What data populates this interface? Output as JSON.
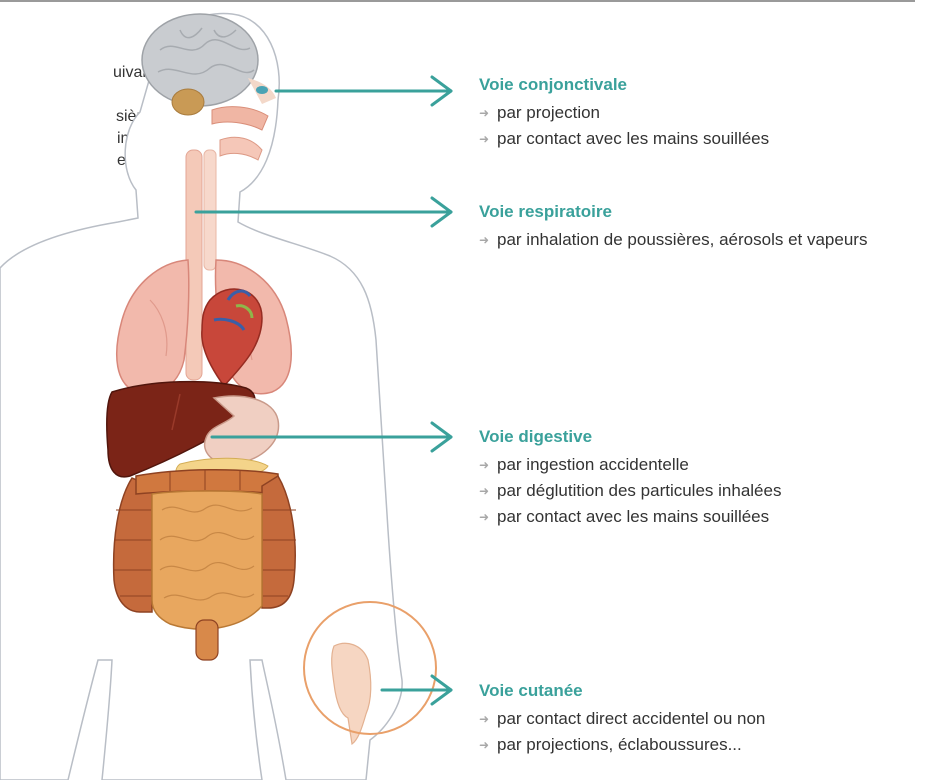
{
  "intro_fragments": [
    "uivantes :",
    "sières  ou",
    "iments",
    "e"
  ],
  "routes": [
    {
      "title": "Voie conjonctivale",
      "items": [
        "par projection",
        "par contact avec les mains souillées"
      ]
    },
    {
      "title": "Voie respiratoire",
      "items": [
        "par inhalation de poussières, aérosols et vapeurs"
      ]
    },
    {
      "title": "Voie digestive",
      "items": [
        "par ingestion accidentelle",
        "par déglutition des particules inhalées",
        "par contact avec les mains souillées"
      ]
    },
    {
      "title": "Voie cutanée",
      "items": [
        "par contact direct accidentel ou non",
        "par projections, éclaboussures..."
      ]
    }
  ],
  "colors": {
    "accent": "#3aa19b",
    "text": "#333333",
    "bullet": "#a8a8a8",
    "rule": "#9a9a9a",
    "ring": "#e9a06a"
  },
  "bullet_icon": "small-arrow-icon"
}
